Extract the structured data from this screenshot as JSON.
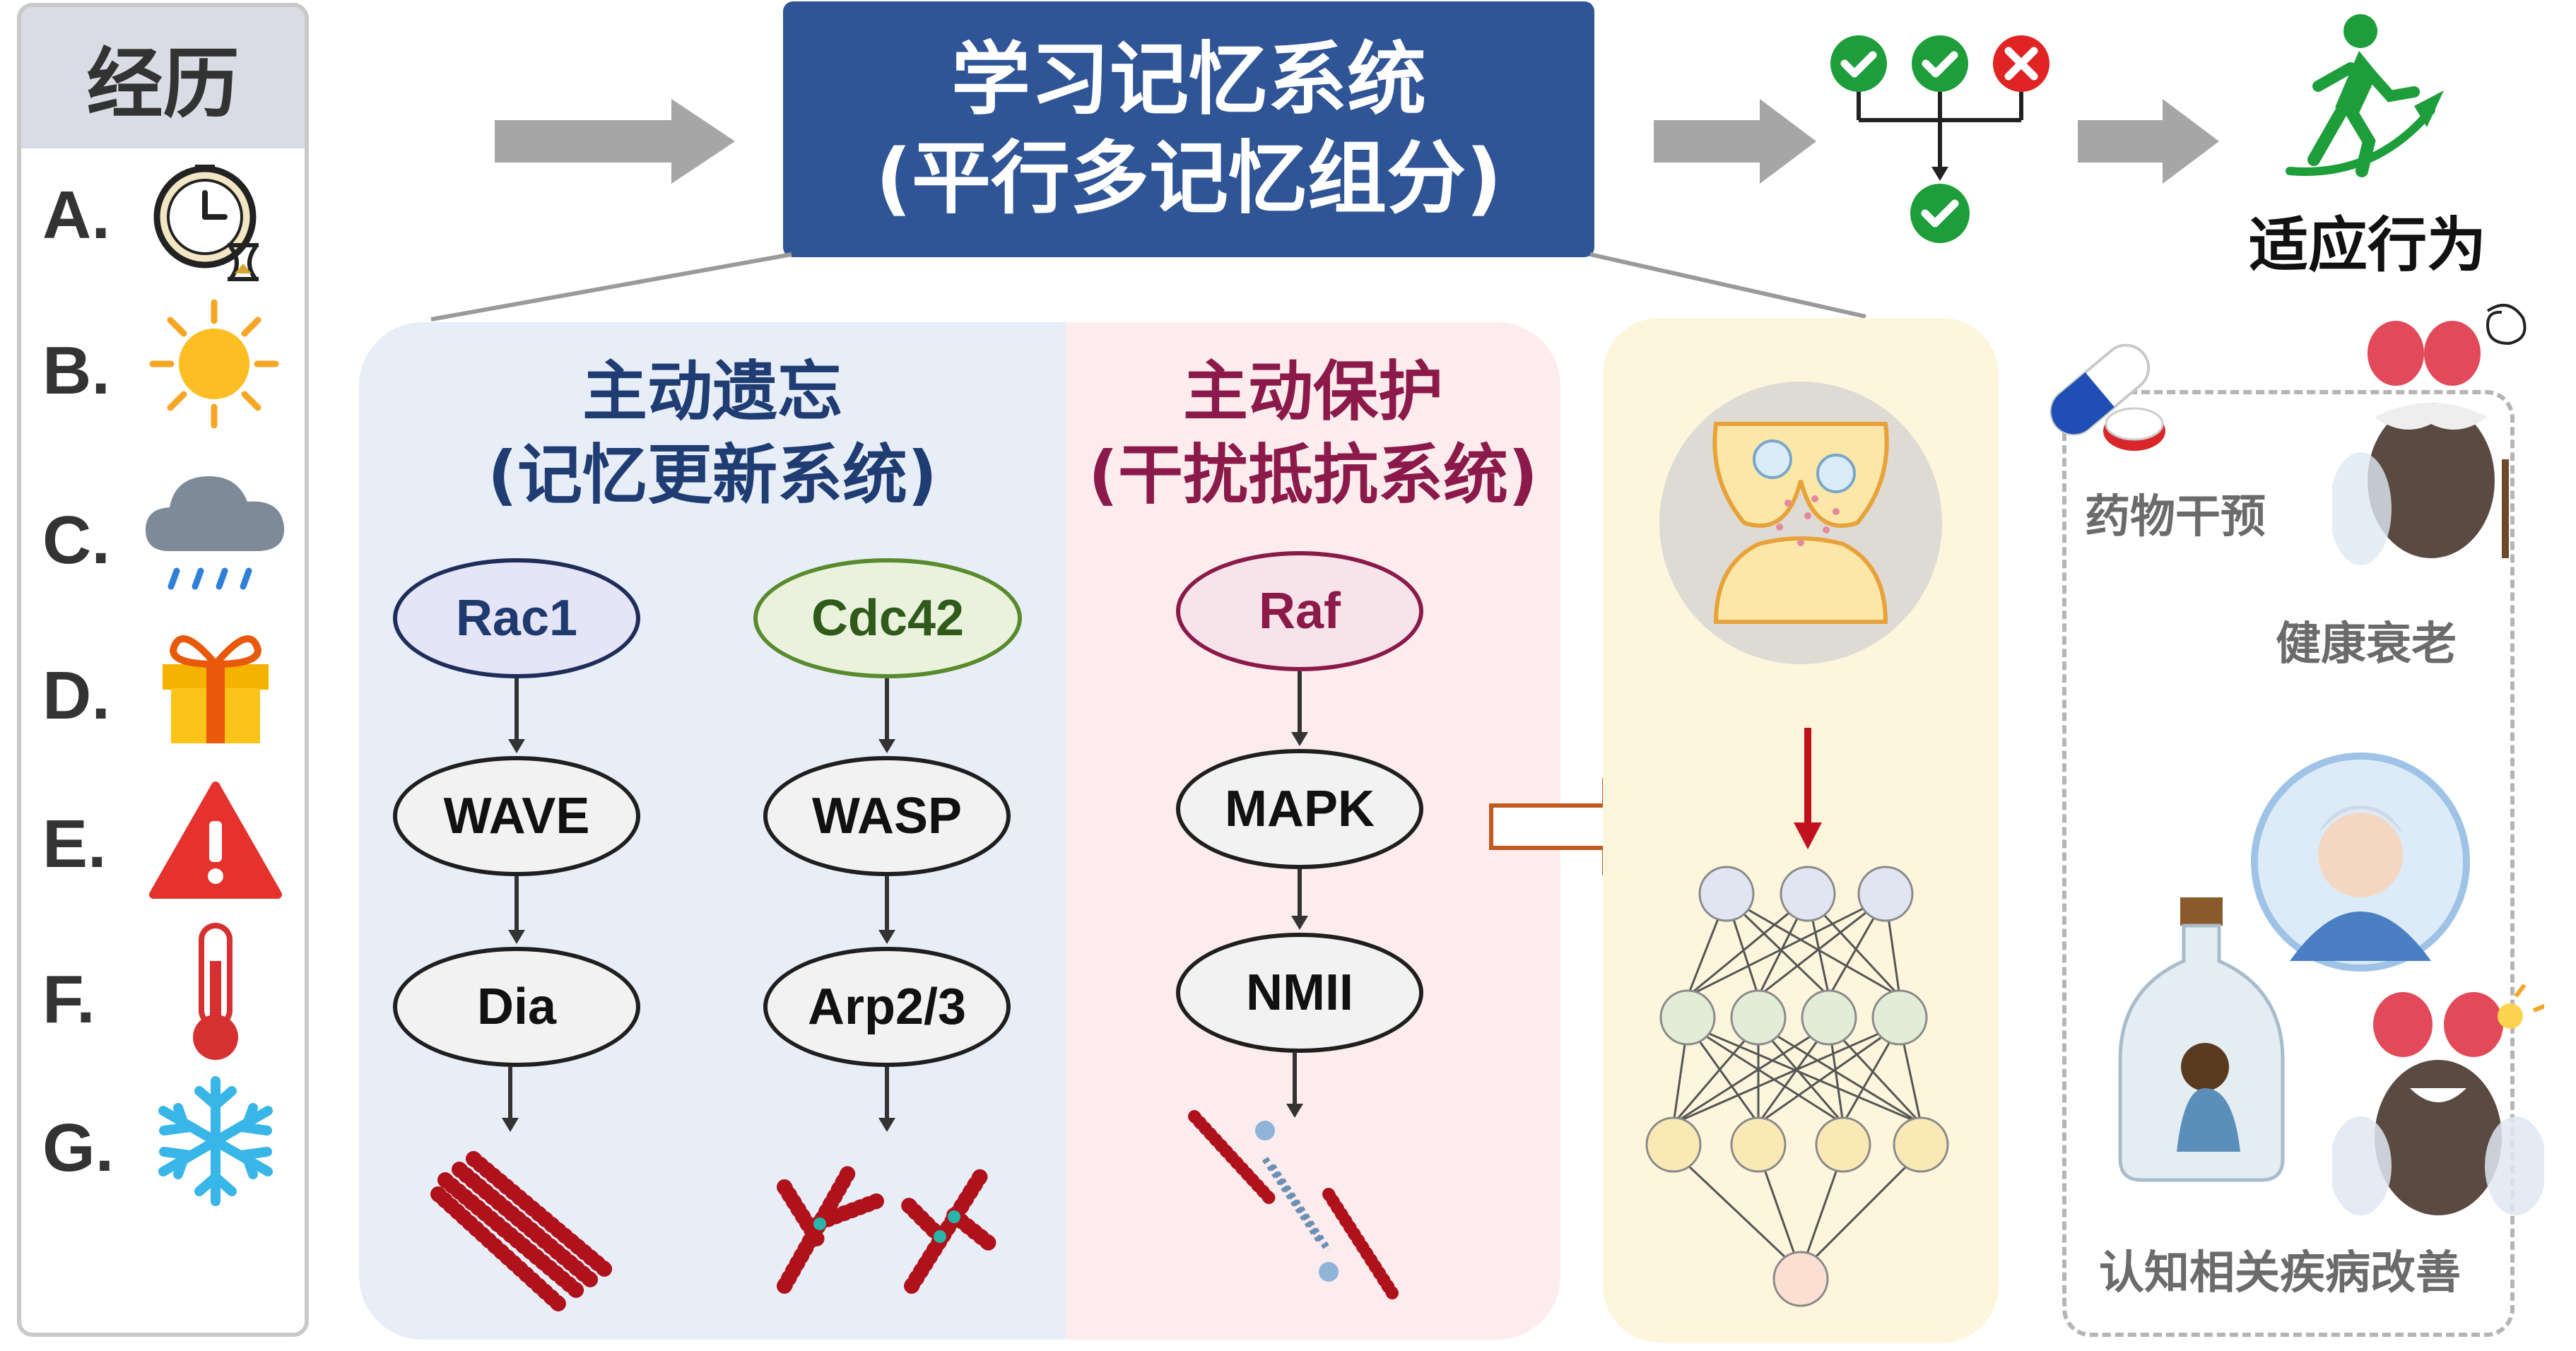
{
  "experience": {
    "header": "经历",
    "items": [
      {
        "letter": "A.",
        "icon": "clock-hourglass-icon"
      },
      {
        "letter": "B.",
        "icon": "sun-icon"
      },
      {
        "letter": "C.",
        "icon": "rain-cloud-icon"
      },
      {
        "letter": "D.",
        "icon": "gift-icon"
      },
      {
        "letter": "E.",
        "icon": "warning-icon"
      },
      {
        "letter": "F.",
        "icon": "thermometer-icon"
      },
      {
        "letter": "G.",
        "icon": "snowflake-icon"
      }
    ]
  },
  "system": {
    "title_line1": "学习记忆系统",
    "title_line2": "(平行多记忆组分)"
  },
  "outcome": {
    "label": "适应行为"
  },
  "forgetting": {
    "title_line1": "主动遗忘",
    "title_line2": "(记忆更新系统)",
    "pathway_rac": [
      "Rac1",
      "WAVE",
      "Dia"
    ],
    "pathway_cdc": [
      "Cdc42",
      "WASP",
      "Arp2/3"
    ]
  },
  "protection": {
    "title_line1": "主动保护",
    "title_line2": "(干扰抵抗系统)",
    "pathway_raf": [
      "Raf",
      "MAPK",
      "NMII"
    ]
  },
  "applications": {
    "drug": "药物干预",
    "aging": "健康衰老",
    "disease": "认知相关疾病改善"
  },
  "colors": {
    "title_bg": "#2f5597",
    "forget_bg": "#e8eef8",
    "protect_bg": "#fcecee",
    "net_bg": "#fdf5dc",
    "check": "#1e9e3a",
    "cross": "#e02424"
  }
}
